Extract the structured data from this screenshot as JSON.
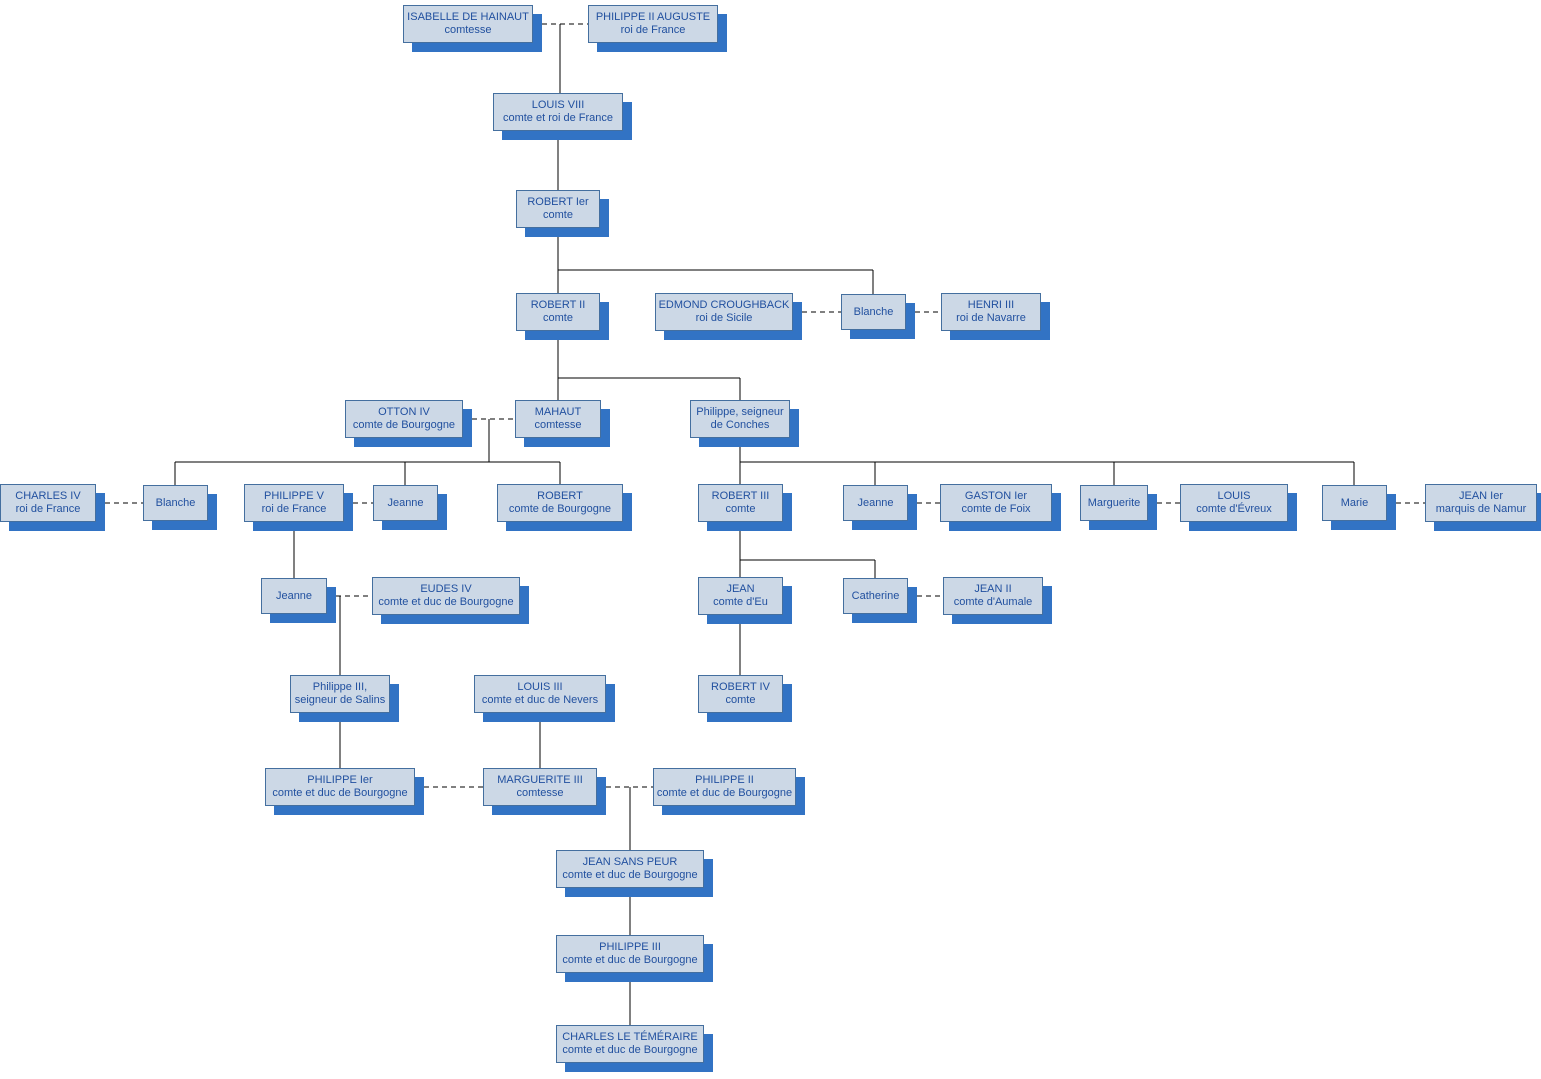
{
  "colors": {
    "box_fill": "#ccd8e6",
    "box_border": "#446f9f",
    "box_shadow": "#3273c4",
    "text": "#21509f",
    "line": "#000000"
  },
  "nodes": [
    {
      "id": "isabelle",
      "name": "ISABELLE DE HAINAUT",
      "title": "comtesse"
    },
    {
      "id": "philippe2auguste",
      "name": "PHILIPPE II AUGUSTE",
      "title": "roi de France"
    },
    {
      "id": "louis8",
      "name": "LOUIS VIII",
      "title": "comte et roi de France"
    },
    {
      "id": "robert1",
      "name": "ROBERT Ier",
      "title": "comte"
    },
    {
      "id": "robert2",
      "name": "ROBERT II",
      "title": "comte"
    },
    {
      "id": "edmond",
      "name": "EDMOND CROUGHBACK",
      "title": "roi de Sicile"
    },
    {
      "id": "blanche1",
      "name": "Blanche",
      "title": ""
    },
    {
      "id": "henri3",
      "name": "HENRI III",
      "title": "roi de Navarre"
    },
    {
      "id": "otton4",
      "name": "OTTON IV",
      "title": "comte de Bourgogne"
    },
    {
      "id": "mahaut",
      "name": "MAHAUT",
      "title": "comtesse"
    },
    {
      "id": "philippeConches",
      "name": "Philippe, seigneur",
      "title": "de Conches"
    },
    {
      "id": "charles4",
      "name": "CHARLES IV",
      "title": "roi de France"
    },
    {
      "id": "blanche2",
      "name": "Blanche",
      "title": ""
    },
    {
      "id": "philippe5",
      "name": "PHILIPPE V",
      "title": "roi de France"
    },
    {
      "id": "jeanne1",
      "name": "Jeanne",
      "title": ""
    },
    {
      "id": "robertBourgogne",
      "name": "ROBERT",
      "title": "comte de Bourgogne"
    },
    {
      "id": "robert3",
      "name": "ROBERT III",
      "title": "comte"
    },
    {
      "id": "jeanne2",
      "name": "Jeanne",
      "title": ""
    },
    {
      "id": "gaston1",
      "name": "GASTON Ier",
      "title": "comte de Foix"
    },
    {
      "id": "marguerite1",
      "name": "Marguerite",
      "title": ""
    },
    {
      "id": "louisEvreux",
      "name": "LOUIS",
      "title": "comte d'Évreux"
    },
    {
      "id": "marie",
      "name": "Marie",
      "title": ""
    },
    {
      "id": "jean1namur",
      "name": "JEAN Ier",
      "title": "marquis de Namur"
    },
    {
      "id": "jeanne3",
      "name": "Jeanne",
      "title": ""
    },
    {
      "id": "eudes4",
      "name": "EUDES IV",
      "title": "comte et duc de Bourgogne"
    },
    {
      "id": "jeanEu",
      "name": "JEAN",
      "title": "comte d'Eu"
    },
    {
      "id": "catherine",
      "name": "Catherine",
      "title": ""
    },
    {
      "id": "jean2aumale",
      "name": "JEAN II",
      "title": "comte d'Aumale"
    },
    {
      "id": "philippe3salins",
      "name": "Philippe III,",
      "title": "seigneur de Salins"
    },
    {
      "id": "louis3nevers",
      "name": "LOUIS III",
      "title": "comte et duc de Nevers"
    },
    {
      "id": "robert4",
      "name": "ROBERT IV",
      "title": "comte"
    },
    {
      "id": "philippe1bourgogne",
      "name": "PHILIPPE Ier",
      "title": "comte et duc de Bourgogne"
    },
    {
      "id": "marguerite3",
      "name": "MARGUERITE III",
      "title": "comtesse"
    },
    {
      "id": "philippe2bourgogne",
      "name": "PHILIPPE II",
      "title": "comte et duc de Bourgogne"
    },
    {
      "id": "jeanSansPeur",
      "name": "JEAN SANS PEUR",
      "title": "comte et duc de Bourgogne"
    },
    {
      "id": "philippe3bourgogne",
      "name": "PHILIPPE III",
      "title": "comte et duc de Bourgogne"
    },
    {
      "id": "charlesTemeraire",
      "name": "CHARLES LE TÉMÉRAIRE",
      "title": "comte et duc de Bourgogne"
    }
  ],
  "relations": {
    "marriages": [
      [
        "isabelle",
        "philippe2auguste"
      ],
      [
        "edmond",
        "blanche1"
      ],
      [
        "blanche1",
        "henri3"
      ],
      [
        "otton4",
        "mahaut"
      ],
      [
        "charles4",
        "blanche2"
      ],
      [
        "philippe5",
        "jeanne1"
      ],
      [
        "jeanne2",
        "gaston1"
      ],
      [
        "marguerite1",
        "louisEvreux"
      ],
      [
        "marie",
        "jean1namur"
      ],
      [
        "jeanne3",
        "eudes4"
      ],
      [
        "catherine",
        "jean2aumale"
      ],
      [
        "philippe1bourgogne",
        "marguerite3"
      ],
      [
        "marguerite3",
        "philippe2bourgogne"
      ]
    ],
    "descents": [
      {
        "parents": [
          "isabelle",
          "philippe2auguste"
        ],
        "children": [
          "louis8"
        ]
      },
      {
        "parents": [
          "louis8"
        ],
        "children": [
          "robert1"
        ]
      },
      {
        "parents": [
          "robert1"
        ],
        "children": [
          "robert2",
          "blanche1"
        ]
      },
      {
        "parents": [
          "robert2"
        ],
        "children": [
          "mahaut",
          "philippeConches"
        ]
      },
      {
        "parents": [
          "otton4",
          "mahaut"
        ],
        "children": [
          "blanche2",
          "jeanne1",
          "robertBourgogne"
        ]
      },
      {
        "parents": [
          "philippeConches"
        ],
        "children": [
          "robert3",
          "jeanne2",
          "marguerite1",
          "marie"
        ]
      },
      {
        "parents": [
          "philippe5"
        ],
        "children": [
          "jeanne3"
        ]
      },
      {
        "parents": [
          "jeanne3",
          "eudes4"
        ],
        "children": [
          "philippe3salins"
        ]
      },
      {
        "parents": [
          "robert3"
        ],
        "children": [
          "jeanEu",
          "catherine"
        ]
      },
      {
        "parents": [
          "jeanEu"
        ],
        "children": [
          "robert4"
        ]
      },
      {
        "parents": [
          "philippe3salins"
        ],
        "children": [
          "philippe1bourgogne"
        ]
      },
      {
        "parents": [
          "louis3nevers"
        ],
        "children": [
          "marguerite3"
        ]
      },
      {
        "parents": [
          "marguerite3",
          "philippe2bourgogne"
        ],
        "children": [
          "jeanSansPeur"
        ]
      },
      {
        "parents": [
          "jeanSansPeur"
        ],
        "children": [
          "philippe3bourgogne"
        ]
      },
      {
        "parents": [
          "philippe3bourgogne"
        ],
        "children": [
          "charlesTemeraire"
        ]
      }
    ]
  }
}
